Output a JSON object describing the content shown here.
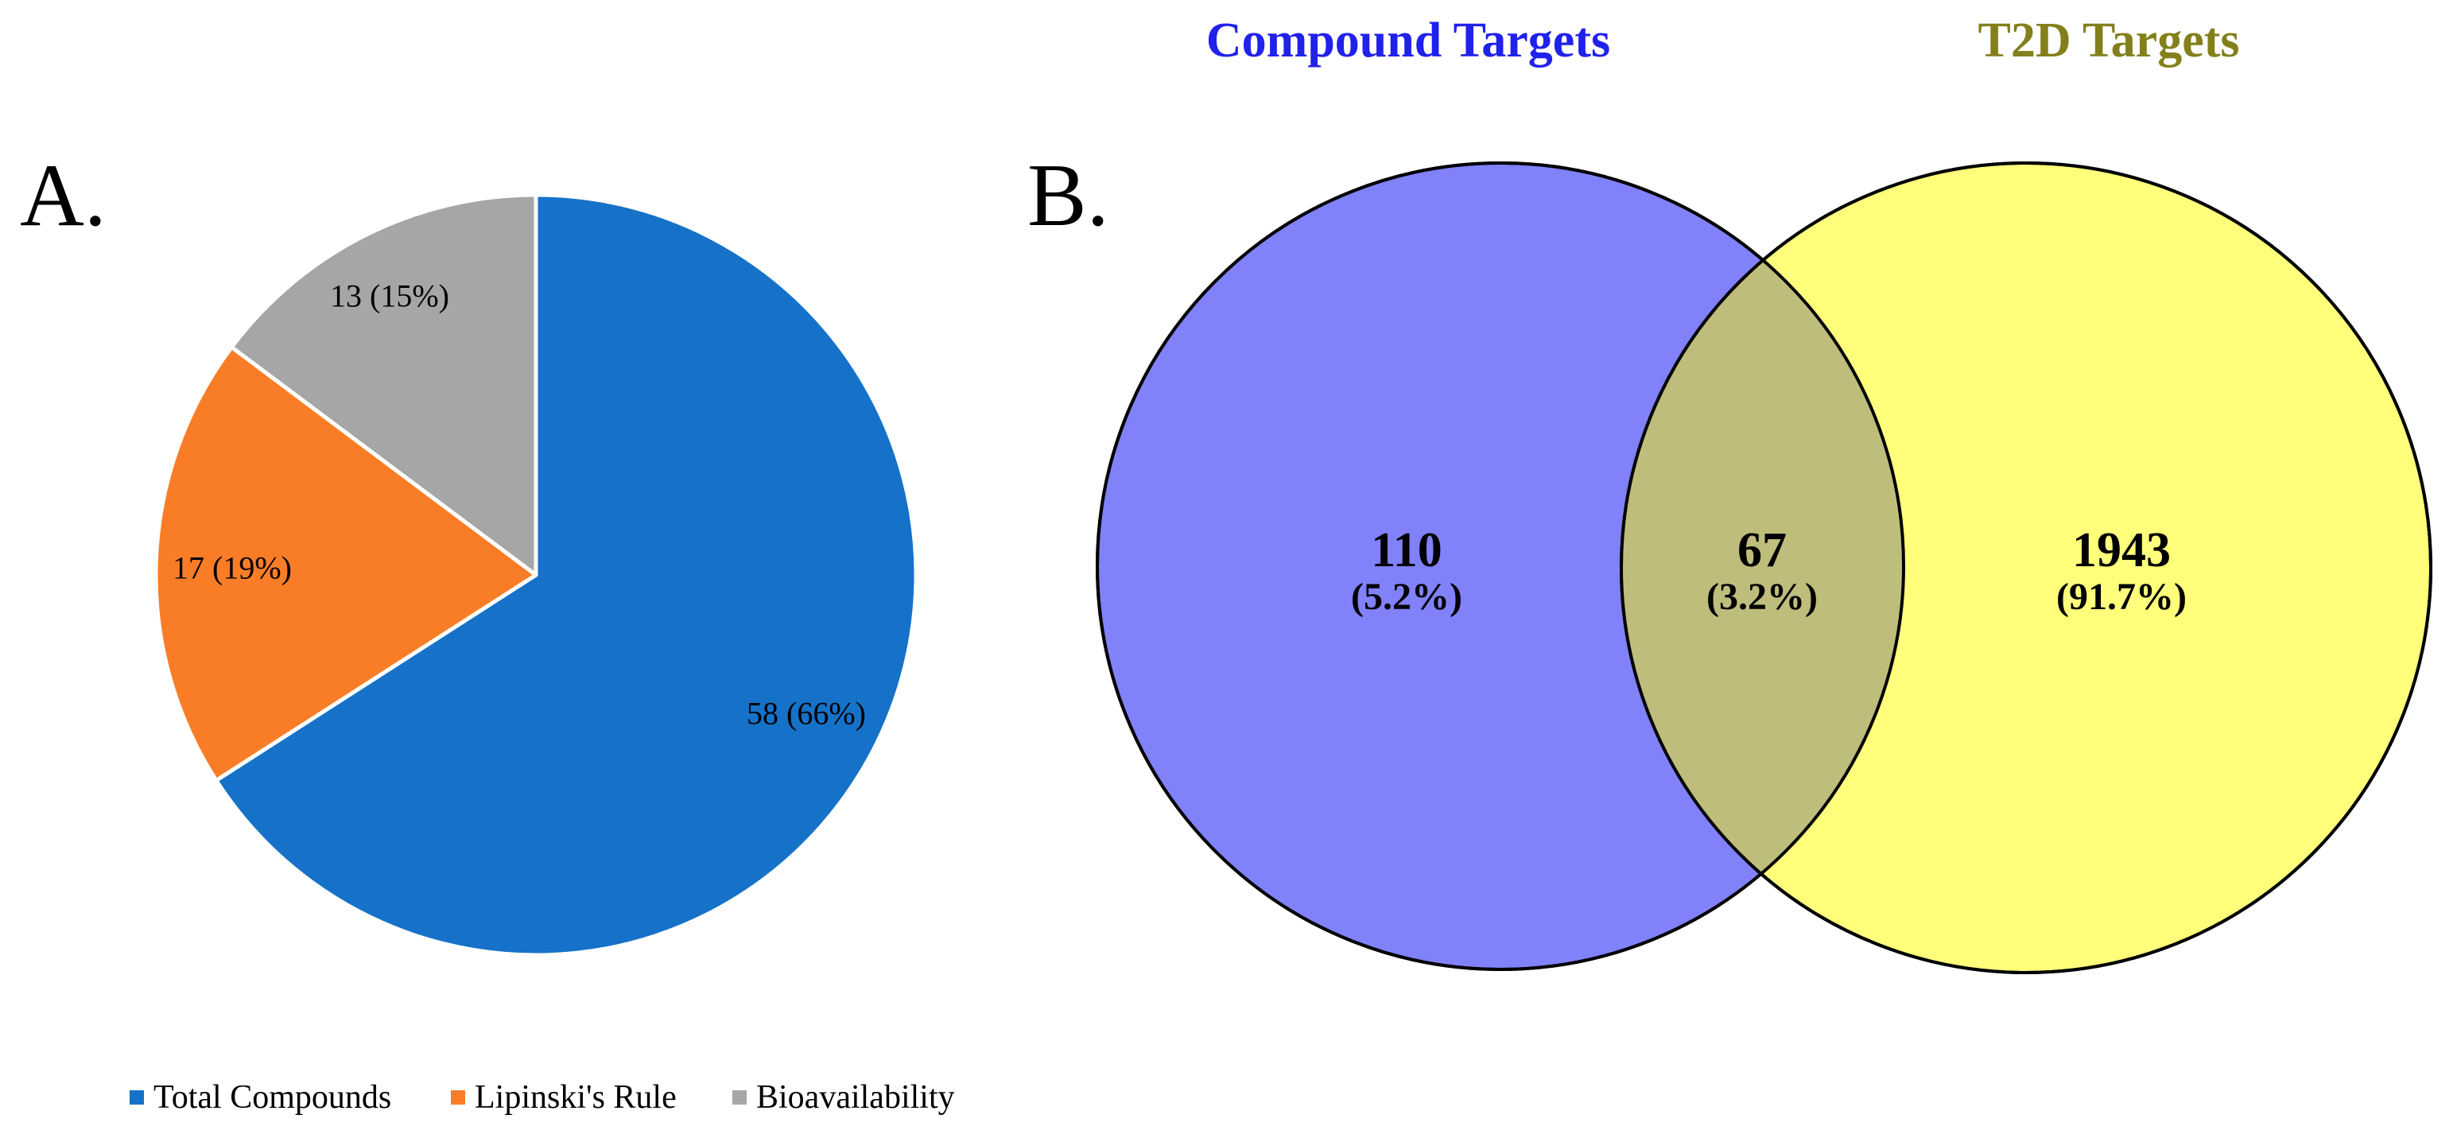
{
  "figure": {
    "panel_a": {
      "label": "A.",
      "slice_labels": [
        "58 (66%)",
        "17 (19%)",
        "13 (15%)"
      ],
      "legend": [
        {
          "label": "Total Compounds",
          "color": "#1572C8"
        },
        {
          "label": "Lipinski's Rule",
          "color": "#F97D27"
        },
        {
          "label": "Bioavailability",
          "color": "#A6A6A6"
        }
      ]
    },
    "panel_b": {
      "label": "B.",
      "left_title": {
        "text": "Compound Targets",
        "color": "#2121EC"
      },
      "right_title": {
        "text": "T2D Targets",
        "color": "#83801B"
      },
      "left_value": {
        "number": "110",
        "percent": "(5.2%)"
      },
      "middle_value": {
        "number": "67",
        "percent": "(3.2%)"
      },
      "right_value": {
        "number": "1943",
        "percent": "(91.7%)"
      }
    }
  },
  "chart_data": [
    {
      "type": "pie",
      "categories": [
        "Total Compounds",
        "Lipinski's Rule",
        "Bioavailability"
      ],
      "values": [
        58,
        17,
        13
      ],
      "percent_labels": [
        "58 (66%)",
        "17 (19%)",
        "13 (15%)"
      ],
      "colors": [
        "#1572C8",
        "#F97D27",
        "#A6A6A6"
      ],
      "start_angle_deg": 0,
      "direction": "clockwise",
      "slice_border_color": "#FFFFFF",
      "legend_position": "bottom",
      "title": ""
    },
    {
      "type": "venn",
      "sets": [
        {
          "name": "Compound Targets",
          "title_color": "#2121EC",
          "fill": "#8181FA",
          "unique_count": 110,
          "unique_percent": "5.2%"
        },
        {
          "name": "T2D Targets",
          "title_color": "#83801B",
          "fill": "#FFFF7B",
          "unique_count": 1943,
          "unique_percent": "91.7%"
        }
      ],
      "intersection": {
        "count": 67,
        "percent": "3.2%",
        "fill": "#BEBD7C"
      },
      "outline_color": "#000000"
    }
  ]
}
